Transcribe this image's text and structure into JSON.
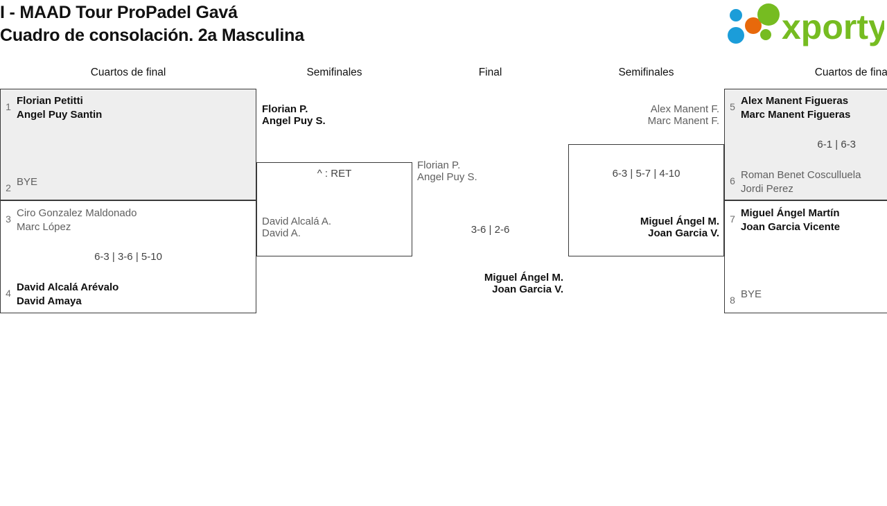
{
  "header": {
    "title_line1": "I - MAAD Tour ProPadel Gavá",
    "title_line2": "Cuadro de consolación. 2a Masculina",
    "logo_text": "xporty",
    "logo_colors": {
      "green": "#76bc21",
      "orange": "#e8690b",
      "blue": "#1b9dd9"
    }
  },
  "rounds": {
    "qf_left": "Cuartos de final",
    "sf_left": "Semifinales",
    "final": "Final",
    "sf_right": "Semifinales",
    "qf_right": "Cuartos de final"
  },
  "quarterfinals_left": [
    {
      "shaded": true,
      "top": {
        "seed": "1",
        "player1": "Florian Petitti",
        "player2": "Angel Puy Santin",
        "winner": true
      },
      "bottom": {
        "seed": "2",
        "player1": "BYE",
        "player2": "",
        "winner": false
      },
      "score": ""
    },
    {
      "shaded": false,
      "top": {
        "seed": "3",
        "player1": "Ciro Gonzalez Maldonado",
        "player2": "Marc López",
        "winner": false
      },
      "bottom": {
        "seed": "4",
        "player1": "David Alcalá Arévalo",
        "player2": "David Amaya",
        "winner": true
      },
      "score": "6-3 | 3-6 | 5-10"
    }
  ],
  "quarterfinals_right": [
    {
      "shaded": true,
      "top": {
        "seed": "5",
        "player1": "Alex Manent Figueras",
        "player2": "Marc Manent Figueras",
        "winner": true
      },
      "bottom": {
        "seed": "6",
        "player1": "Roman Benet Cosculluela",
        "player2": "Jordi Perez",
        "winner": false
      },
      "score": "6-1 | 6-3"
    },
    {
      "shaded": false,
      "top": {
        "seed": "7",
        "player1": "Miguel Ángel Martín",
        "player2": "Joan Garcia Vicente",
        "winner": true
      },
      "bottom": {
        "seed": "8",
        "player1": "BYE",
        "player2": "",
        "winner": false
      },
      "score": ""
    }
  ],
  "semifinal_left": {
    "top": {
      "player1": "Florian P.",
      "player2": "Angel Puy S.",
      "winner": true
    },
    "bottom": {
      "player1": "David Alcalá A.",
      "player2": "David A.",
      "winner": false
    },
    "score": "^ : RET"
  },
  "semifinal_right": {
    "top": {
      "player1": "Alex Manent F.",
      "player2": "Marc Manent F.",
      "winner": false
    },
    "bottom": {
      "player1": "Miguel Ángel M.",
      "player2": "Joan Garcia V.",
      "winner": true
    },
    "score": "6-3 | 5-7 | 4-10"
  },
  "final": {
    "left": {
      "player1": "Florian P.",
      "player2": "Angel Puy S.",
      "winner": false
    },
    "right": {
      "player1": "Miguel Ángel M.",
      "player2": "Joan Garcia V.",
      "winner": true
    },
    "score": "3-6 | 2-6"
  }
}
